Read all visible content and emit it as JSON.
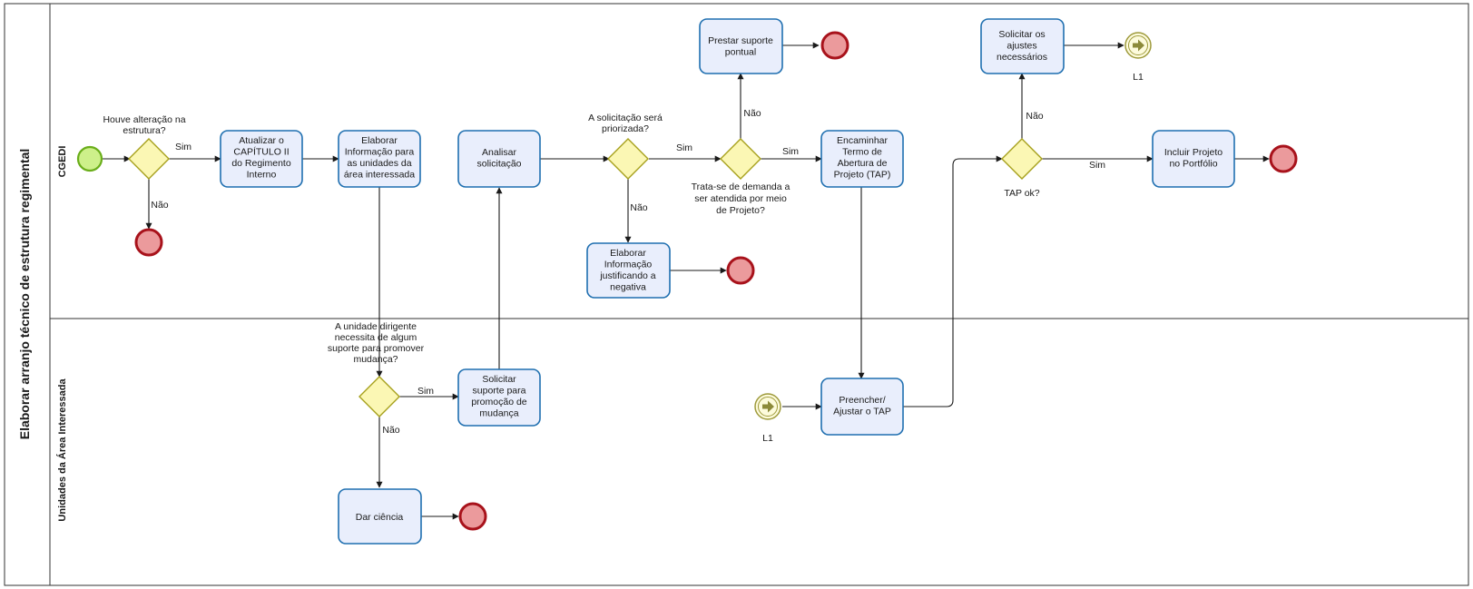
{
  "pool": {
    "title": "Elaborar arranjo técnico de estrutura regimental"
  },
  "lanes": [
    {
      "id": "cgedi",
      "title": "CGEDI"
    },
    {
      "id": "ua",
      "title": "Unidades da Área Interessada"
    }
  ],
  "tasks": [
    {
      "id": "t_atualizar",
      "lines": [
        "Atualizar o",
        "CAPÍTULO II",
        "do Regimento",
        "Interno"
      ]
    },
    {
      "id": "t_elaborar_info",
      "lines": [
        "Elaborar",
        "Informação para",
        "as unidades da",
        "área interessada"
      ]
    },
    {
      "id": "t_analisar",
      "lines": [
        "Analisar",
        "solicitação"
      ]
    },
    {
      "id": "t_prestar",
      "lines": [
        "Prestar suporte",
        "pontual"
      ]
    },
    {
      "id": "t_elaborar_neg",
      "lines": [
        "Elaborar",
        "Informação",
        "justificando a",
        "negativa"
      ]
    },
    {
      "id": "t_encaminhar",
      "lines": [
        "Encaminhar",
        "Termo de",
        "Abertura de",
        "Projeto (TAP)"
      ]
    },
    {
      "id": "t_solicitar_ajustes",
      "lines": [
        "Solicitar os",
        "ajustes",
        "necessários"
      ]
    },
    {
      "id": "t_incluir",
      "lines": [
        "Incluir Projeto",
        "no Portfólio"
      ]
    },
    {
      "id": "t_solicitar_suporte",
      "lines": [
        "Solicitar",
        "suporte para",
        "promoção de",
        "mudança"
      ]
    },
    {
      "id": "t_dar_ciencia",
      "lines": [
        "Dar ciência"
      ]
    },
    {
      "id": "t_preencher",
      "lines": [
        "Preencher/",
        "Ajustar o TAP"
      ]
    }
  ],
  "gateways": [
    {
      "id": "g1",
      "lines": [
        "Houve alteração na",
        "estrutura?"
      ]
    },
    {
      "id": "g2",
      "lines": [
        "A solicitação será",
        "priorizada?"
      ]
    },
    {
      "id": "g3",
      "lines": [
        "Trata-se de demanda a",
        "ser atendida por meio",
        "de Projeto?"
      ]
    },
    {
      "id": "g4",
      "lines": [
        "TAP ok?"
      ]
    },
    {
      "id": "g5",
      "lines": [
        "A unidade dirigente",
        "necessita de algum",
        "suporte para promover",
        "mudança?"
      ]
    }
  ],
  "edge_labels": [
    {
      "id": "e_g1_sim",
      "text": "Sim"
    },
    {
      "id": "e_g1_nao",
      "text": "Não"
    },
    {
      "id": "e_g2_sim",
      "text": "Sim"
    },
    {
      "id": "e_g2_nao",
      "text": "Não"
    },
    {
      "id": "e_g3_sim",
      "text": "Sim"
    },
    {
      "id": "e_g3_nao",
      "text": "Não"
    },
    {
      "id": "e_g4_sim",
      "text": "Sim"
    },
    {
      "id": "e_g4_nao",
      "text": "Não"
    },
    {
      "id": "e_g5_sim",
      "text": "Sim"
    },
    {
      "id": "e_g5_nao",
      "text": "Não"
    }
  ],
  "link_events": [
    {
      "id": "l_throw",
      "label": "L1"
    },
    {
      "id": "l_catch",
      "label": "L1"
    }
  ],
  "colors": {
    "task_fill": "#e9eefc",
    "task_stroke": "#1f6fb0",
    "gateway_fill": "#fbf7b4",
    "gateway_stroke": "#a6a01c",
    "start_fill": "#cdf08a",
    "start_stroke": "#6aae1a",
    "end_fill": "#eb9a9c",
    "end_stroke": "#a8121b"
  }
}
